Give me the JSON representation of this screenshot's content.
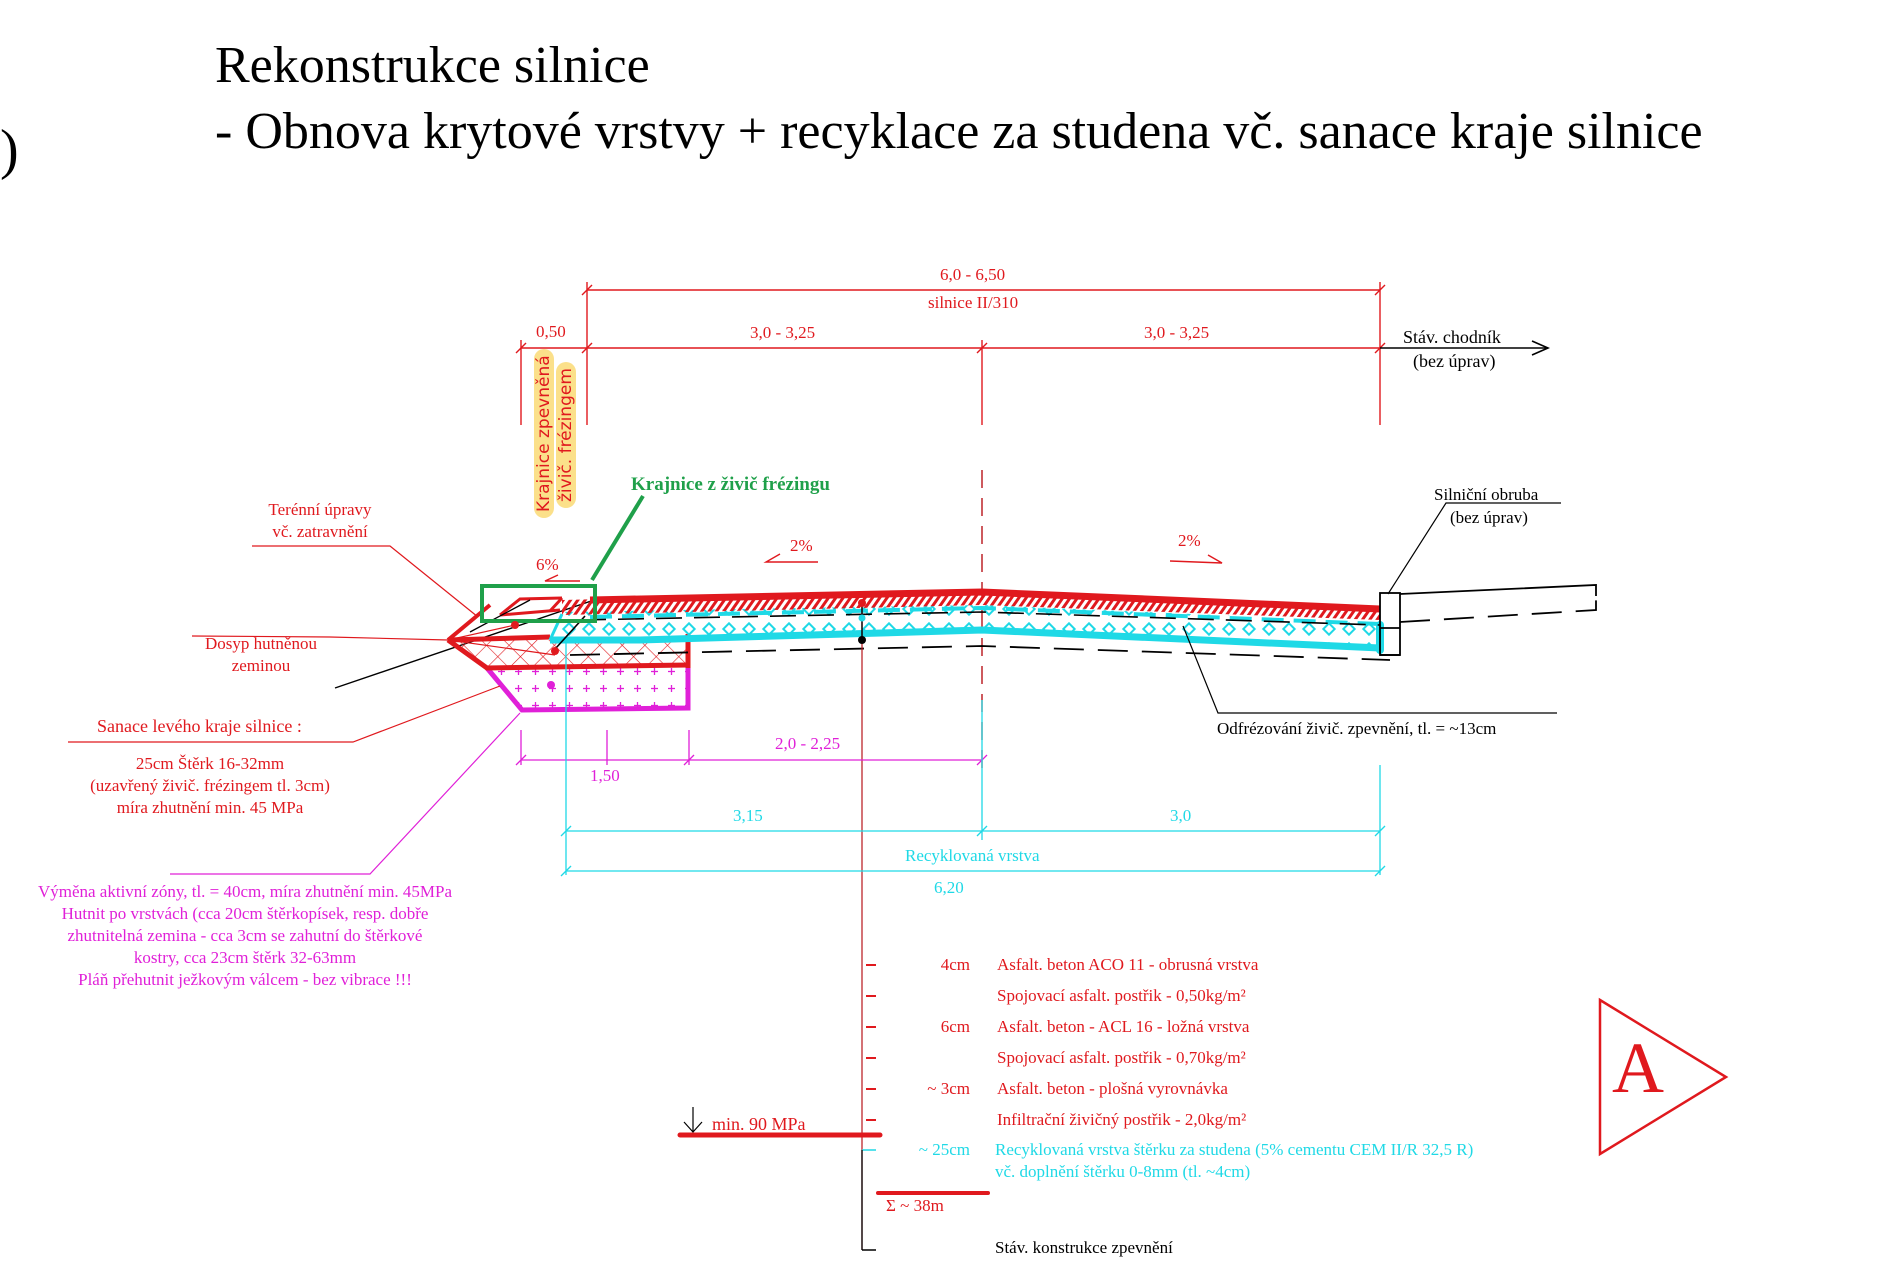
{
  "page": {
    "edge_glyph": ")",
    "title_line1": "Rekonstrukce silnice",
    "title_line2": "- Obnova krytové vrstvy + recyklace za studena vč. sanace kraje silnice"
  },
  "colors": {
    "red": "#e0191e",
    "magenta": "#e020d8",
    "cyan": "#1fd9e6",
    "green": "#1fa04a",
    "highlight": "#fbe08a"
  },
  "dimensions_top": {
    "total": "6,0 - 6,50",
    "road_name": "silnice II/310",
    "shoulder": "0,50",
    "left_lane": "3,0 - 3,25",
    "right_lane": "3,0 - 3,25"
  },
  "dimensions_bottom": {
    "sanace_width": "1,50",
    "magenta_right": "2,0 - 2,25",
    "recycled_left": "3,15",
    "recycled_right": "3,0",
    "recycled_label": "Recyklovaná vrstva",
    "recycled_total": "6,20"
  },
  "labels": {
    "sidewalk_line1": "Stáv. chodník",
    "sidewalk_line2": "(bez úprav)",
    "curb_line1": "Silniční obruba",
    "curb_line2": "(bez úprav)",
    "shoulder_vertical_line1": "Krajnice zpevněná",
    "shoulder_vertical_line2": "živič. frézingem",
    "shoulder_green": "Krajnice z živič frézingu",
    "terrain_line1": "Terénní úpravy",
    "terrain_line2": "vč. zatravnění",
    "fill_line1": "Dosyp hutněnou",
    "fill_line2": "zeminou",
    "slope_shoulder": "6%",
    "slope_left": "2%",
    "slope_right": "2%",
    "milling": "Odfrézování živič. zpevnění, tl. = ~13cm",
    "sanace_title": "Sanace levého kraje silnice :",
    "sanace_line1": "25cm    Štěrk 16-32mm",
    "sanace_line2": "(uzavřený živič. frézingem tl. 3cm)",
    "sanace_line3": "míra zhutnění min. 45 MPa",
    "exchange_line1": "Výměna aktivní zóny, tl. = 40cm, míra zhutnění min. 45MPa",
    "exchange_line2": "Hutnit po vrstvách (cca 20cm štěrkopísek, resp. dobře",
    "exchange_line3": "zhutnitelná zemina - cca 3cm se zahutní do štěrkové",
    "exchange_line4": "kostry, cca 23cm štěrk 32-63mm",
    "exchange_line5": "Pláň přehutnit ježkovým válcem - bez vibrace !!!"
  },
  "layers": [
    {
      "thickness": "4cm",
      "description": "Asfalt. beton   ACO 11 - obrusná vrstva",
      "color": "red"
    },
    {
      "thickness": "",
      "description": "Spojovací asfalt. postřik  -  0,50kg/m²",
      "color": "red"
    },
    {
      "thickness": "6cm",
      "description": "Asfalt. beton - ACL 16 - ložná vrstva",
      "color": "red"
    },
    {
      "thickness": "",
      "description": "Spojovací asfalt. postřik  -  0,70kg/m²",
      "color": "red"
    },
    {
      "thickness": "~ 3cm",
      "description": "Asfalt. beton - plošná vyrovnávka",
      "color": "red"
    },
    {
      "thickness": "",
      "description": "Infiltrační živičný postřik  -  2,0kg/m²",
      "color": "red"
    },
    {
      "thickness": "~ 25cm",
      "description": "Recyklovaná vrstva štěrku za studena (5% cementu CEM II/R 32,5 R)",
      "color": "cyan"
    },
    {
      "thickness": "",
      "description": "vč. doplnění štěrku 0-8mm (tl. ~4cm)",
      "color": "cyan"
    }
  ],
  "legend_extras": {
    "min_modulus": "min. 90 MPa",
    "total": "Σ ~ 38m",
    "existing": "Stáv. konstrukce zpevnění"
  },
  "section_marker": {
    "letter": "A"
  }
}
